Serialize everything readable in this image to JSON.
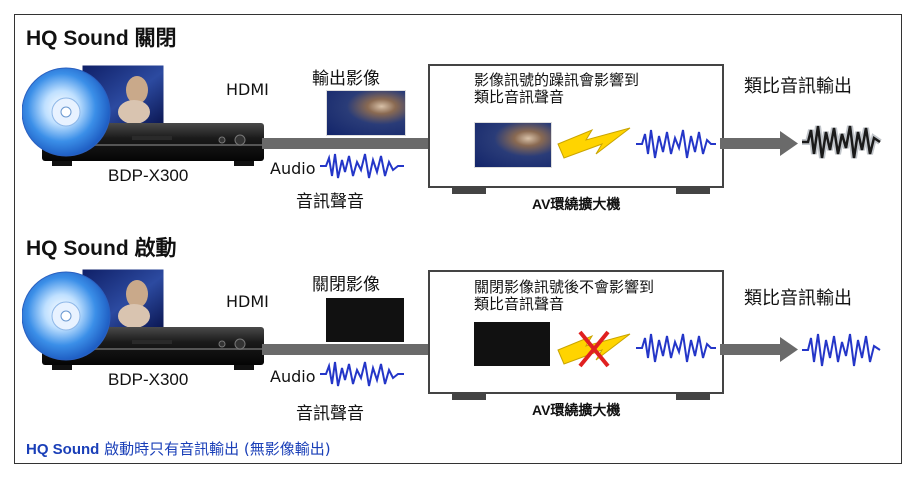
{
  "section_off": {
    "title": "HQ Sound 關閉"
  },
  "section_on": {
    "title": "HQ Sound 啟動"
  },
  "player": {
    "model": "BDP-X300"
  },
  "labels": {
    "hdmi": "HDMI",
    "audio": "Audio",
    "audio_sound": "音訊聲音",
    "video_out": "輸出影像",
    "video_off": "關閉影像",
    "analog_out": "類比音訊輸出",
    "amp_name": "AV環繞擴大機"
  },
  "amp_off": {
    "line1": "影像訊號的躁訊會影響到",
    "line2": "類比音訊聲音"
  },
  "amp_on": {
    "line1": "關閉影像訊號後不會影響到",
    "line2": "類比音訊聲音"
  },
  "footnote": {
    "brand": "HQ Sound",
    "text": " 啟動時只有音訊輸出 (無影像輸出)"
  },
  "colors": {
    "arrow": "#6a6a6a",
    "wave": "#2436c8",
    "bolt": "#ffd400",
    "cross": "#e02020",
    "footnote": "#1a3fb8"
  }
}
